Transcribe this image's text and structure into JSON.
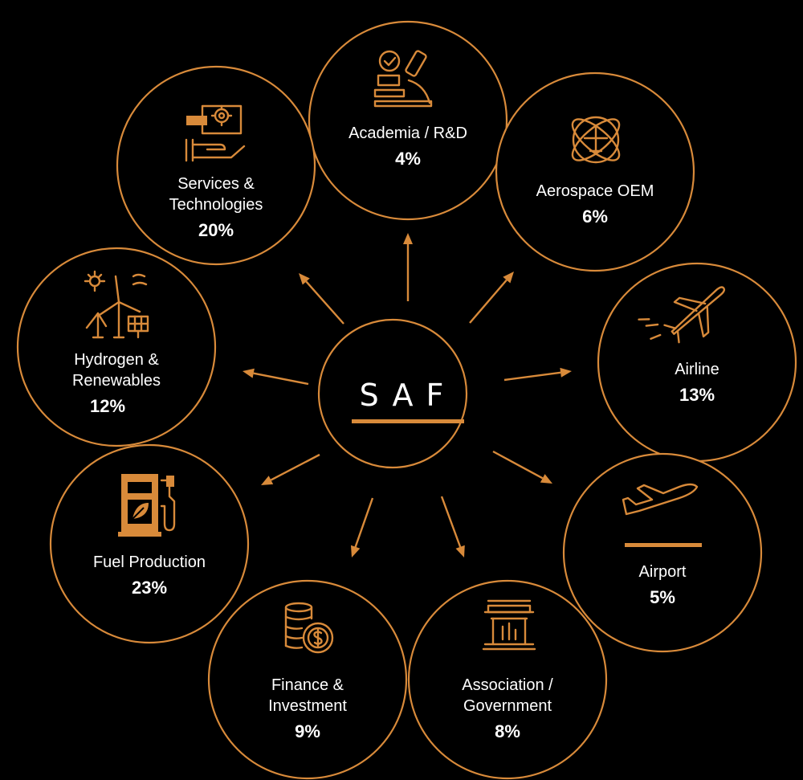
{
  "center": {
    "label": "SAF"
  },
  "colors": {
    "accent": "#d88a3a",
    "background": "#000000",
    "text": "#ffffff"
  },
  "segments": [
    {
      "name": "Academia / R&D",
      "value": "4%",
      "icon": "microscope-icon"
    },
    {
      "name": "Aerospace OEM",
      "value": "6%",
      "icon": "airplane-globe-icon"
    },
    {
      "name": "Airline",
      "value": "13%",
      "icon": "airplane-icon"
    },
    {
      "name": "Airport",
      "value": "5%",
      "icon": "plane-takeoff-icon"
    },
    {
      "name": "Association / Government",
      "value": "8%",
      "icon": "government-building-icon"
    },
    {
      "name": "Finance & Investment",
      "value": "9%",
      "icon": "coins-dollar-icon"
    },
    {
      "name": "Fuel Production",
      "value": "23%",
      "icon": "fuel-pump-leaf-icon"
    },
    {
      "name": "Hydrogen & Renewables",
      "value": "12%",
      "icon": "wind-solar-icon"
    },
    {
      "name": "Services & Technologies",
      "value": "20%",
      "icon": "laptop-gear-hand-icon"
    }
  ]
}
